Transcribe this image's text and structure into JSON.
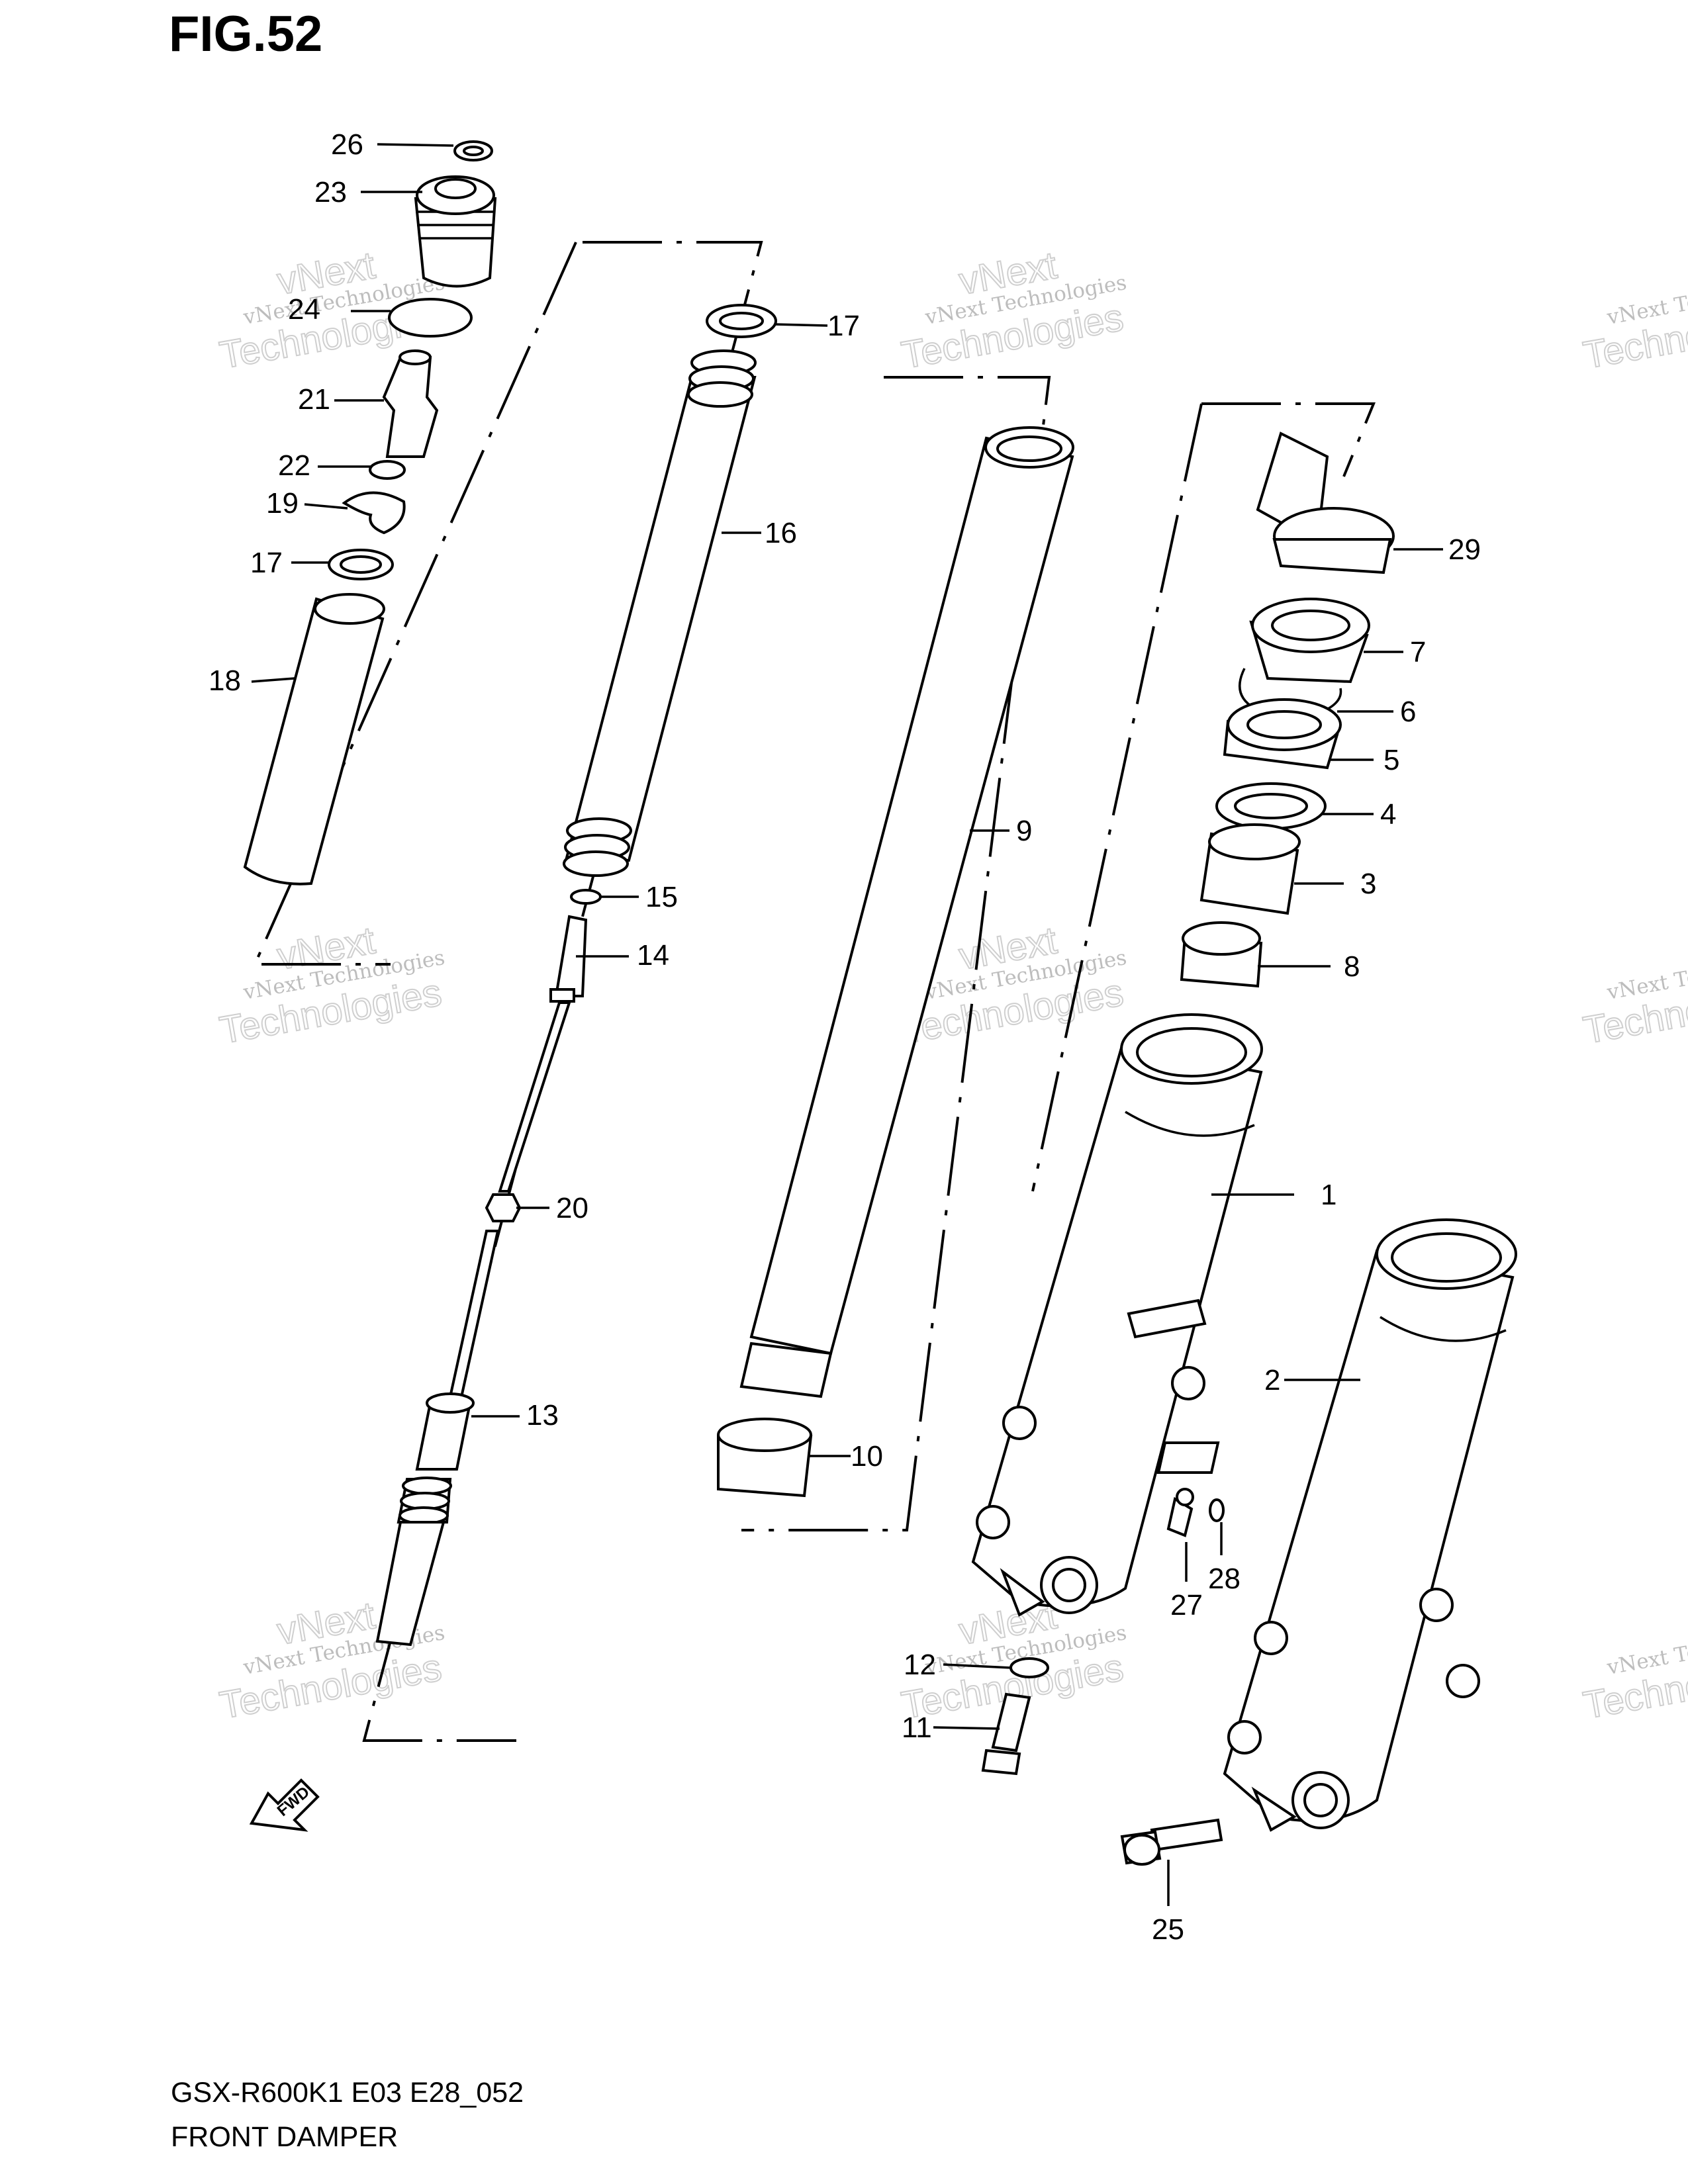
{
  "figure": {
    "title": "FIG.52",
    "model_code": "GSX-R600K1 E03 E28_052",
    "name": "FRONT DAMPER"
  },
  "fwd_label": "FWD",
  "watermark": {
    "line1": "vNext Technologies",
    "line2": "vNext",
    "line3": "Technologies"
  },
  "callouts": [
    {
      "id": "c1",
      "num": "1"
    },
    {
      "id": "c2",
      "num": "2"
    },
    {
      "id": "c3",
      "num": "3"
    },
    {
      "id": "c4",
      "num": "4"
    },
    {
      "id": "c5",
      "num": "5"
    },
    {
      "id": "c6",
      "num": "6"
    },
    {
      "id": "c7",
      "num": "7"
    },
    {
      "id": "c8",
      "num": "8"
    },
    {
      "id": "c9",
      "num": "9"
    },
    {
      "id": "c10",
      "num": "10"
    },
    {
      "id": "c11",
      "num": "11"
    },
    {
      "id": "c12",
      "num": "12"
    },
    {
      "id": "c13",
      "num": "13"
    },
    {
      "id": "c14",
      "num": "14"
    },
    {
      "id": "c15",
      "num": "15"
    },
    {
      "id": "c16",
      "num": "16"
    },
    {
      "id": "c17a",
      "num": "17"
    },
    {
      "id": "c17b",
      "num": "17"
    },
    {
      "id": "c18",
      "num": "18"
    },
    {
      "id": "c19",
      "num": "19"
    },
    {
      "id": "c20",
      "num": "20"
    },
    {
      "id": "c21",
      "num": "21"
    },
    {
      "id": "c22",
      "num": "22"
    },
    {
      "id": "c23",
      "num": "23"
    },
    {
      "id": "c24",
      "num": "24"
    },
    {
      "id": "c25",
      "num": "25"
    },
    {
      "id": "c26",
      "num": "26"
    },
    {
      "id": "c27",
      "num": "27"
    },
    {
      "id": "c28",
      "num": "28"
    },
    {
      "id": "c29",
      "num": "29"
    }
  ]
}
